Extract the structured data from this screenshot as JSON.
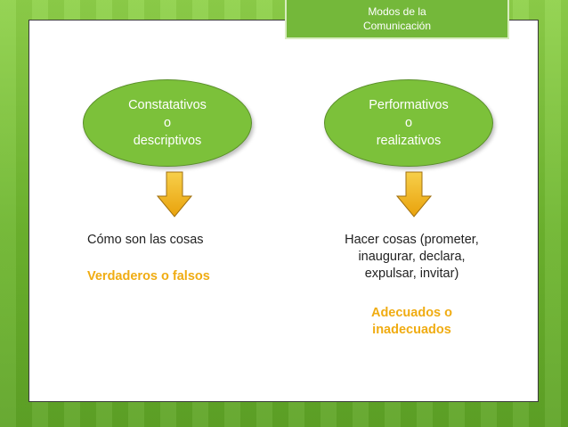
{
  "title": {
    "line1": "Modos de la",
    "line2": "Comunicación"
  },
  "left": {
    "ellipse": "Constatativos\no\ndescriptivos",
    "description": "Cómo son las cosas",
    "criterion": "Verdaderos o falsos"
  },
  "right": {
    "ellipse": "Performativos\no\nrealizativos",
    "description_lines": [
      "Hacer cosas (prometer,",
      "inaugurar, declara,",
      "expulsar, invitar)"
    ],
    "criterion_lines": [
      "Adecuados o",
      "inadecuados"
    ]
  },
  "colors": {
    "ellipse": "#7cc13a",
    "arrow": "#f2b416",
    "criterion": "#f0ac12",
    "background": "#6fb830"
  }
}
